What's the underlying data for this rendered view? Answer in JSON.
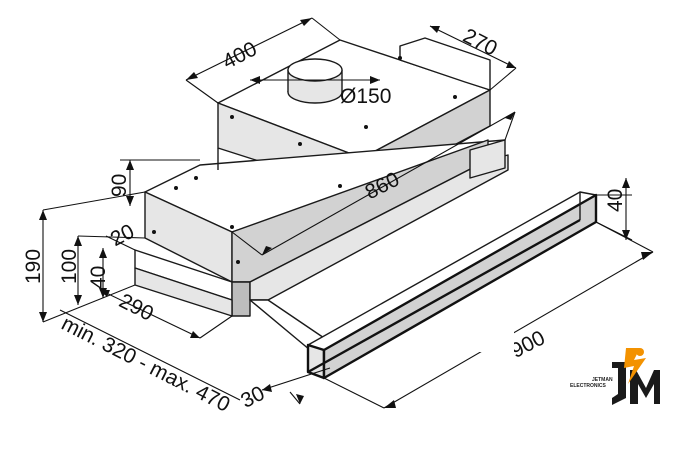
{
  "dimensions": {
    "outlet_width": "400",
    "outlet_depth": "270",
    "outlet_diameter": "Ø150",
    "body_length": "860",
    "top_height": "90",
    "total_height": "190",
    "lower_height": "100",
    "lip_20": "20",
    "lip_40_left": "40",
    "lip_40_right": "40",
    "depth_290": "290",
    "depth_range": "min. 320 - max. 470",
    "front_30": "30",
    "width_900": "900"
  },
  "watermark": {
    "line1": "JETMAN",
    "line2": "ELECTRONICS"
  },
  "colors": {
    "ink": "#111111",
    "logo_orange": "#f39200",
    "logo_black": "#1a1a1a"
  }
}
